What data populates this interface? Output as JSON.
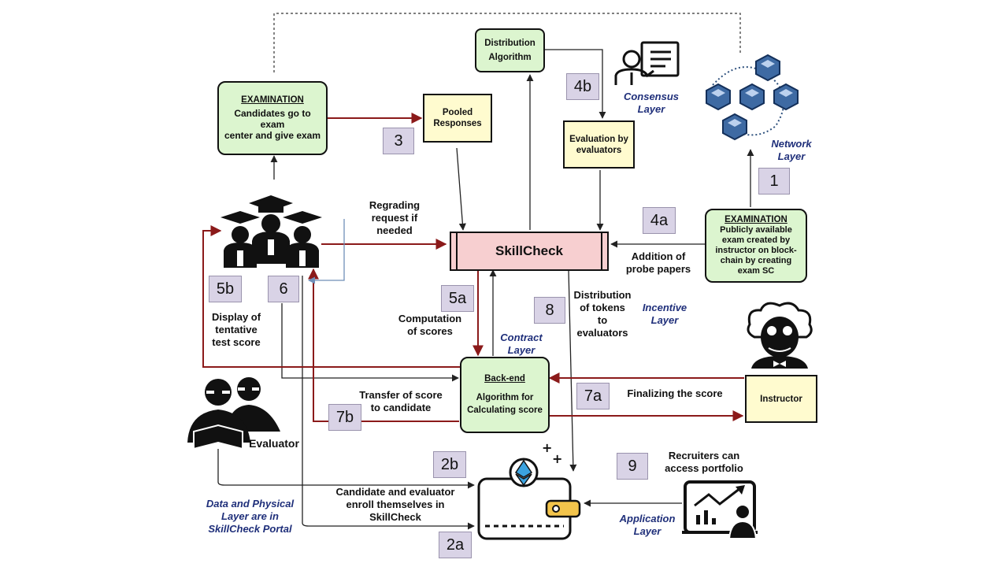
{
  "nodes": {
    "examination_left": {
      "heading": "EXAMINATION",
      "text": "Candidates go to\nexam\ncenter and give exam"
    },
    "pooled": {
      "text": "Pooled\nResponses"
    },
    "distribution": {
      "text": "Distribution\nAlgorithm"
    },
    "evaluation": {
      "text": "Evaluation by\nevaluators"
    },
    "skillcheck": {
      "text": "SkillCheck"
    },
    "examination_right": {
      "heading": "EXAMINATION",
      "text": "Publicly available\nexam created by\ninstructor on block-\nchain by creating\nexam SC"
    },
    "backend": {
      "heading": "Back-end",
      "text": "Algorithm for\nCalculating score"
    },
    "instructor": {
      "text": "Instructor"
    }
  },
  "steps": [
    "1",
    "2a",
    "2b",
    "3",
    "4a",
    "4b",
    "5a",
    "5b",
    "6",
    "7a",
    "7b",
    "8",
    "9"
  ],
  "labels": {
    "regrading": "Regrading\nrequest if\nneeded",
    "addition": "Addition of\nprobe papers",
    "distribution_tokens": "Distribution\nof tokens\nto\nevaluators",
    "computation": "Computation\nof scores",
    "display": "Display of\ntentative\ntest score",
    "transfer": "Transfer of score\nto candidate",
    "finalizing": "Finalizing the score",
    "enroll": "Candidate and evaluator\nenroll themselves in\nSkillCheck",
    "recruiters": "Recruiters can\naccess portfolio",
    "evaluator": "Evaluator"
  },
  "layers": {
    "consensus": "Consensus\nLayer",
    "network": "Network\nLayer",
    "incentive": "Incentive\nLayer",
    "contract": "Contract\nLayer",
    "data_physical": "Data and Physical\nLayer are in\nSkillCheck Portal",
    "application": "Application\nLayer"
  },
  "icons": [
    "graduates-icon",
    "consensus-presenter-icon",
    "blockchain-network-icon",
    "instructor-scientist-icon",
    "evaluators-reading-icon",
    "ethereum-wallet-icon",
    "analytics-person-icon"
  ],
  "colors": {
    "red_arrow": "#8b1a1a",
    "black_arrow": "#222222",
    "blue_arrow": "#6f8fb8",
    "green_box": "#dcf5cf",
    "yellow_box": "#fffbcf",
    "skillcheck_box": "#f7cfd0",
    "step_box": "#d9d3e6",
    "layer_text": "#1f2f7a"
  }
}
